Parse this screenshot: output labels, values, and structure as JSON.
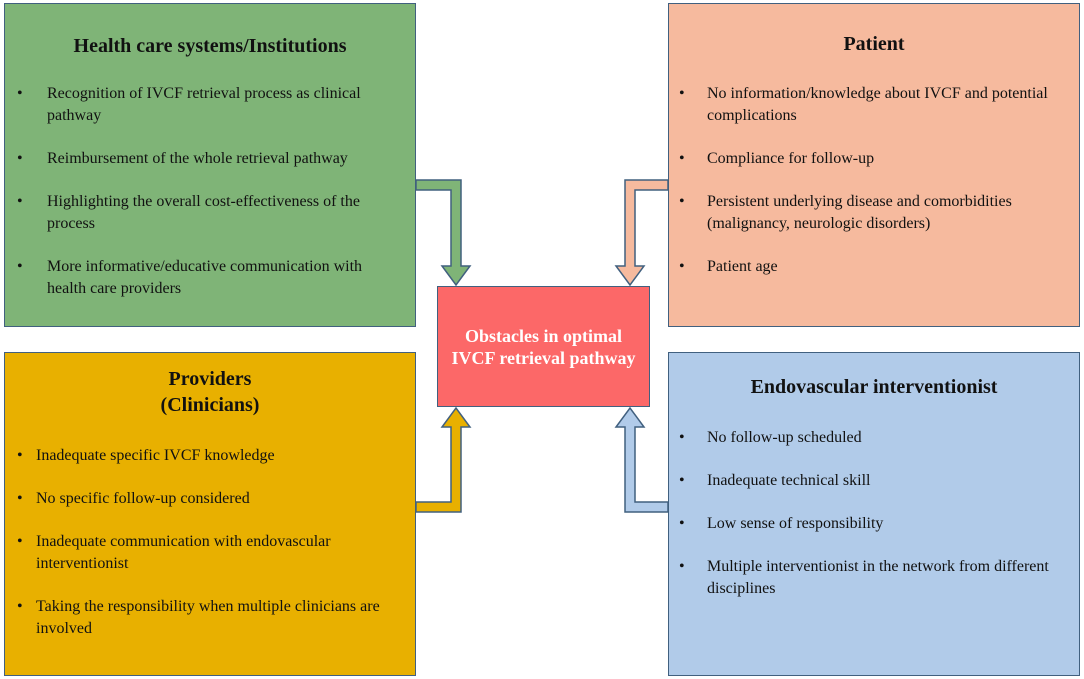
{
  "center": {
    "label": "Obstacles in optimal IVCF retrieval pathway"
  },
  "health_care": {
    "title": "Health care systems/Institutions",
    "items": [
      "Recognition of IVCF retrieval process as clinical pathway",
      "Reimbursement of the whole retrieval pathway",
      "Highlighting the overall cost-effectiveness of the process",
      "More informative/educative communication with health care providers"
    ]
  },
  "providers": {
    "title": "Providers",
    "subtitle": "(Clinicians)",
    "items": [
      "Inadequate specific IVCF knowledge",
      "No specific follow-up considered",
      "Inadequate communication with endovascular interventionist",
      "Taking the responsibility when multiple clinicians are involved"
    ]
  },
  "patient": {
    "title": "Patient",
    "items": [
      "No information/knowledge about IVCF and potential complications",
      "Compliance for follow-up",
      "Persistent underlying disease and comorbidities (malignancy, neurologic disorders)",
      "Patient age"
    ]
  },
  "endovascular": {
    "title": "Endovascular interventionist",
    "items": [
      "No follow-up scheduled",
      "Inadequate technical skill",
      "Low sense of responsibility",
      "Multiple interventionist in the network from different disciplines"
    ]
  },
  "bullet": "•",
  "colors": {
    "health_care": "#7fb477",
    "providers": "#e8b000",
    "patient": "#f6ba9e",
    "endovascular": "#b1cbe9",
    "center": "#fc6868",
    "border": "#41607f"
  }
}
